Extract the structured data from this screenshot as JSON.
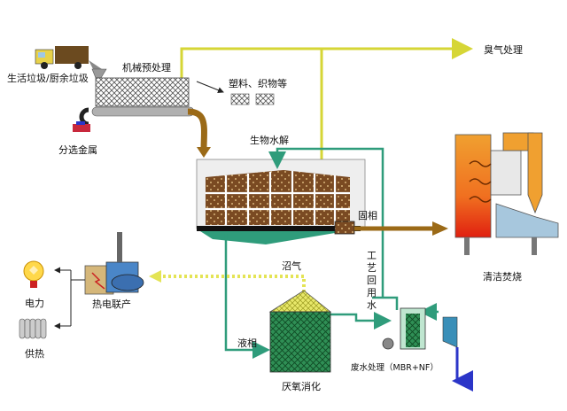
{
  "labels": {
    "household_waste": "生活垃圾/厨余垃圾",
    "mechanical_pretreatment": "机械预处理",
    "odor_treatment": "臭气处理",
    "plastics_textiles": "塑料、织物等",
    "metal_sorting": "分选金属",
    "bio_hydrolysis": "生物水解",
    "solid_phase": "固相",
    "clean_incineration": "清洁焚烧",
    "process_reuse_water": [
      "工",
      "艺",
      "回",
      "用",
      "水"
    ],
    "biogas": "沼气",
    "power": "电力",
    "chp": "热电联产",
    "heating": "供热",
    "liquid_phase": "液相",
    "anaerobic_digestion": "厌氧消化",
    "wastewater_treatment": "废水处理（MBR+NF）"
  },
  "colors": {
    "yellow_line": "#d6d636",
    "green_line": "#2f9c7b",
    "brown_pipe": "#9b6a17",
    "blue_arrow": "#2b35c8",
    "dotted_line": "#e4e455"
  }
}
